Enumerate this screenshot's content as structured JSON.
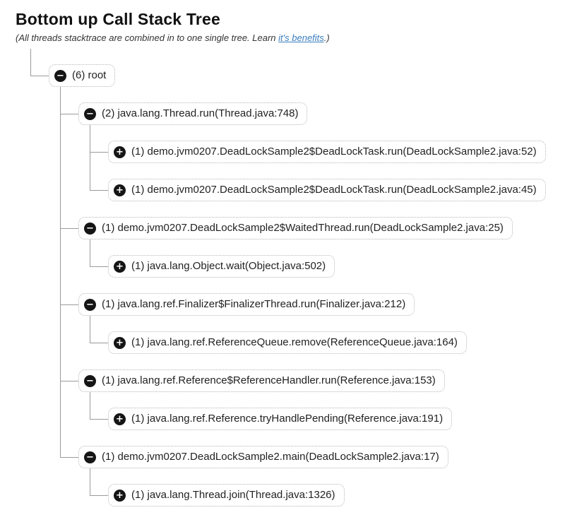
{
  "page": {
    "title": "Bottom up Call Stack Tree",
    "subtitle_prefix": "(All threads stacktrace are combined in to one single tree. Learn ",
    "subtitle_link": "it's benefits",
    "subtitle_suffix": ".)"
  },
  "colors": {
    "link": "#3a7dbd",
    "connector": "#9a9a9a",
    "node_border": "#b8b8b8",
    "icon_bg": "#151515",
    "text": "#222222"
  },
  "icons": {
    "expanded_glyph": "−",
    "collapsed_glyph": "+"
  },
  "tree": {
    "count": 6,
    "label": "root",
    "expanded": true,
    "children": [
      {
        "count": 2,
        "label": "java.lang.Thread.run(Thread.java:748)",
        "expanded": true,
        "children": [
          {
            "count": 1,
            "label": "demo.jvm0207.DeadLockSample2$DeadLockTask.run(DeadLockSample2.java:52)",
            "expanded": false,
            "children": []
          },
          {
            "count": 1,
            "label": "demo.jvm0207.DeadLockSample2$DeadLockTask.run(DeadLockSample2.java:45)",
            "expanded": false,
            "children": []
          }
        ]
      },
      {
        "count": 1,
        "label": "demo.jvm0207.DeadLockSample2$WaitedThread.run(DeadLockSample2.java:25)",
        "expanded": true,
        "children": [
          {
            "count": 1,
            "label": "java.lang.Object.wait(Object.java:502)",
            "expanded": false,
            "children": []
          }
        ]
      },
      {
        "count": 1,
        "label": "java.lang.ref.Finalizer$FinalizerThread.run(Finalizer.java:212)",
        "expanded": true,
        "children": [
          {
            "count": 1,
            "label": "java.lang.ref.ReferenceQueue.remove(ReferenceQueue.java:164)",
            "expanded": false,
            "children": []
          }
        ]
      },
      {
        "count": 1,
        "label": "java.lang.ref.Reference$ReferenceHandler.run(Reference.java:153)",
        "expanded": true,
        "children": [
          {
            "count": 1,
            "label": "java.lang.ref.Reference.tryHandlePending(Reference.java:191)",
            "expanded": false,
            "children": []
          }
        ]
      },
      {
        "count": 1,
        "label": "demo.jvm0207.DeadLockSample2.main(DeadLockSample2.java:17)",
        "expanded": true,
        "children": [
          {
            "count": 1,
            "label": "java.lang.Thread.join(Thread.java:1326)",
            "expanded": false,
            "children": []
          }
        ]
      }
    ]
  }
}
